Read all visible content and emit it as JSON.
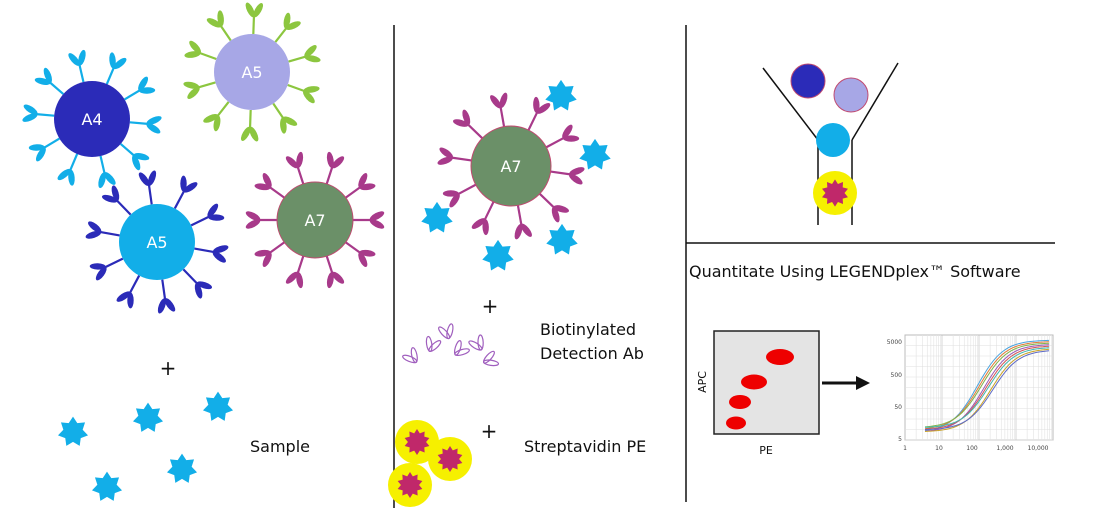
{
  "colors": {
    "bead_a4": "#2b2bb8",
    "bead_a5_light": "#a7a7e6",
    "bead_a5_blue": "#12aee8",
    "bead_a7": "#6b9068",
    "antibody_light_blue": "#12aee8",
    "antibody_green": "#8cc63f",
    "antibody_navy": "#2b2bb8",
    "antibody_magenta": "#a83a8a",
    "analyte_blue": "#12aee8",
    "detection_ab": "#a05fbe",
    "streptavidin_core": "#c0286a",
    "streptavidin_halo": "#f6f000",
    "dot_red": "#ee0000",
    "plot_bg": "#e4e4e4"
  },
  "panel1": {
    "beads": [
      {
        "label": "A4",
        "icon": "capture-bead"
      },
      {
        "label": "A5",
        "icon": "capture-bead"
      },
      {
        "label": "A5",
        "icon": "capture-bead"
      },
      {
        "label": "A7",
        "icon": "capture-bead"
      }
    ],
    "plus": "+",
    "sample_label": "Sample"
  },
  "panel2": {
    "bead": {
      "label": "A7",
      "icon": "capture-bead"
    },
    "plus_detection": "+",
    "detection_label_line1": "Biotinylated",
    "detection_label_line2": "Detection Ab",
    "plus_strep": "+",
    "strep_label": "Streptavidin PE"
  },
  "panel3": {
    "funnel_icon": "flow-cytometer-funnel-icon",
    "title": "Quantitate Using LEGENDplex™ Software",
    "dotplot": {
      "xlabel": "PE",
      "ylabel": "APC"
    },
    "arrow_icon": "right-arrow-icon",
    "curve_plot": {
      "y_ticks": [
        "5000",
        "500",
        "50",
        "5"
      ],
      "x_ticks": [
        "1",
        "10",
        "100",
        "1,000",
        "10,000"
      ]
    }
  }
}
